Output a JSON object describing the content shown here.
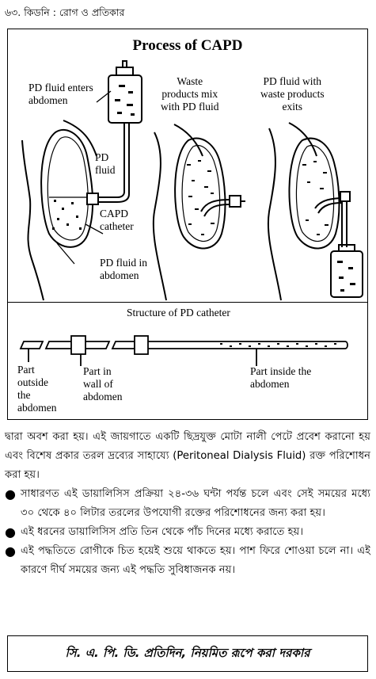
{
  "header": "৬৩. কিডনি : রোগ ও প্রতিকার",
  "figure": {
    "title": "Process of CAPD",
    "labels": {
      "enters": [
        "PD fluid enters",
        "abdomen"
      ],
      "pd_fluid": [
        "PD",
        "fluid"
      ],
      "catheter": [
        "CAPD",
        "catheter"
      ],
      "in_abdomen": [
        "PD fluid in",
        "abdomen"
      ],
      "waste": [
        "Waste",
        "products mix",
        "with PD fluid"
      ],
      "exits": [
        "PD fluid with",
        "waste products",
        "exits"
      ]
    },
    "catheter_title": "Structure of PD catheter",
    "parts": {
      "outside": [
        "Part",
        "outside",
        "the",
        "abdomen"
      ],
      "wall": [
        "Part in",
        "wall of",
        "abdomen"
      ],
      "inside": [
        "Part inside the",
        "abdomen"
      ]
    }
  },
  "text": {
    "para": "দ্বারা অবশ করা হয়। এই জায়গাতে একটি ছিদ্রযুক্ত মোটা নালী পেটে প্রবেশ করানো হয় এবং বিশেষ প্রকার তরল দ্রব্যের সাহায্যে (Peritoneal Dialysis Fluid) রক্ত পরিশোধন করা হয়।",
    "bullets": [
      "সাধারণত এই ডায়ালিসিস প্রক্রিয়া ২৪-৩৬ ঘন্টা পর্যন্ত চলে এবং সেই সময়ের মধ্যে ৩০ থেকে ৪০ লিটার তরলের উপযোগী রক্তের পরিশোধনের জন্য করা হয়।",
      "এই ধরনের ডায়ালিসিস প্রতি তিন থেকে পাঁচ দিনের মধ্যে করাতে হয়।",
      "এই পদ্ধতিতে রোগীকে চিত হয়েই শুয়ে থাকতে হয়। পাশ ফিরে শোওয়া চলে না। এই কারণে দীর্ঘ সময়ের জন্য এই পদ্ধতি সুবিধাজনক নয়।"
    ],
    "bullet_mark": "●"
  },
  "footer": "সি. এ. পি. ডি. প্রতিদিন, নিয়মিত রূপে করা দরকার"
}
